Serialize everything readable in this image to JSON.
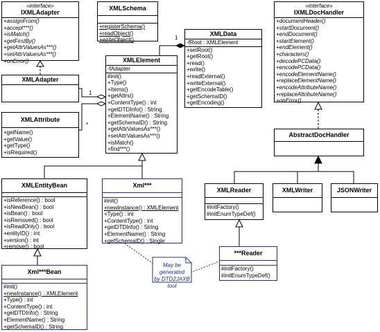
{
  "boxes": {
    "ixml_adapter": {
      "stereotype": "«interface»",
      "title": "IXMLAdapter",
      "methods": [
        "+assignFrom()",
        "+accept***()",
        "+isMatch()",
        "+getFirstBy()",
        "+getAttrValuesAs***()",
        "+setAttrValuesAs***()",
        "+onError()"
      ]
    },
    "xml_adapter": {
      "title": "XMLAdapter"
    },
    "xml_attribute": {
      "title": "XMLAttribute",
      "methods": [
        "+getName()",
        "+getValue()",
        "+getType()",
        "+isRequired()"
      ]
    },
    "xml_schema": {
      "title": "XMLSchema",
      "methods": [
        "+registerSchema()",
        "+readObject()",
        "+writeObject()"
      ]
    },
    "xml_element": {
      "title": "XMLElement",
      "fields": [
        "-fAdapter"
      ],
      "methods": [
        "#init()",
        "+Type()",
        "+Items()",
        "+getAttrs()",
        "+ContentType() : int",
        "+getDTDInfo() : String",
        "+ElementName() : String",
        "+getSchemaID() : String",
        "+getAttrValuesAs***()",
        "+setAttrValuesAs***()",
        "+isMatch()",
        "+find***()"
      ]
    },
    "xml_data": {
      "title": "XMLData",
      "fields": [
        "-fRoot : XMLElement"
      ],
      "methods": [
        "+setRoot()",
        "+getRoot()",
        "+read()",
        "+write()",
        "+readExternal()",
        "+writeExternal()",
        "+getEncodeTable()",
        "+getSchemaID()",
        "+getEncoding()"
      ]
    },
    "ixml_doc_handler": {
      "stereotype": "«interface»",
      "title": "IXMLDocHandler",
      "methods": [
        "+documentHeader()",
        "+startDocument()",
        "+endDocument()",
        "+startElement()",
        "+endElement()",
        "+characters()",
        "+decodePCData()",
        "+encodePCData()",
        "+encodeElementName()",
        "+replaceElementName()",
        "+encodeAttributeName()",
        "+replaceAttributeName()",
        "+onError()"
      ]
    },
    "abstract_doc_handler": {
      "title": "AbstractDocHandler"
    },
    "xml_reader": {
      "title": "XMLReader",
      "methods": [
        "#initFactory()",
        "#initEnumTypeDef()"
      ]
    },
    "xml_writer": {
      "title": "XMLWriter"
    },
    "json_writer": {
      "title": "JSONWriter"
    },
    "reader_gen": {
      "title": "***Reader",
      "methods": [
        "#initFactory()",
        "#initEnumTypeDef()"
      ]
    },
    "xml_entity_bean": {
      "title": "XMLEntityBean",
      "methods": [
        "+isReference() : bool",
        "+isNewBean() : bool",
        "+isBean() : bool",
        "+isRemoved() : bool",
        "+isReadOnly() : bool",
        "+entityID() : int",
        "+version() : int",
        "+remove() : bool"
      ]
    },
    "xml_gen": {
      "title": "Xml***",
      "methods": [
        "#init()",
        "+newInstance() : XMLElement",
        "+Type() : int",
        "+ContentType() : int",
        "+getDTDInfo() : String",
        "+ElementName() : String",
        "+getSchemaID() : Single"
      ]
    },
    "xml_bean_gen": {
      "title": "Xml***Bean",
      "methods": [
        "#init()",
        "+newInstance() : XMLElement",
        "+Type() : int",
        "+ContentType() : int",
        "+getDTDInfo() : String",
        "+ElementName() : String",
        "+getSchemaID() : String"
      ]
    }
  },
  "note": {
    "line1": "May be generated",
    "line2": "by DTD2JAXB tool"
  },
  "multiplicities": {
    "data_root": "1",
    "element_adapter": "1",
    "element_attr": "*"
  },
  "colors": {
    "line": "#000000",
    "generated": "#1f2f8f"
  }
}
